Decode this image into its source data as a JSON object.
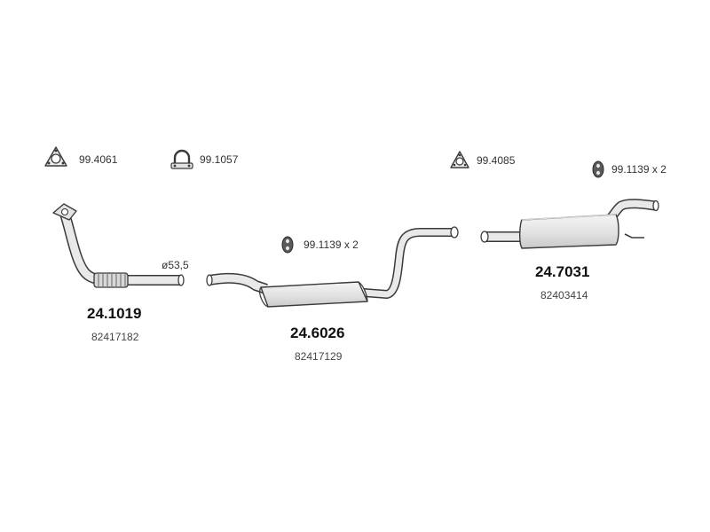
{
  "accessories": [
    {
      "code": "99.4061",
      "icon": "triangle-flange-gasket-icon"
    },
    {
      "code": "99.1057",
      "icon": "u-bolt-clamp-icon"
    },
    {
      "code": "99.4085",
      "icon": "triangle-flange-gasket-icon"
    },
    {
      "code": "99.1139 x 2",
      "icon": "rubber-mount-icon"
    },
    {
      "code": "99.1139 x 2",
      "icon": "rubber-mount-icon"
    }
  ],
  "parts": [
    {
      "part_no": "24.1019",
      "oem_no": "82417182",
      "dimension": "ø53,5",
      "icon": "front-pipe-icon"
    },
    {
      "part_no": "24.6026",
      "oem_no": "82417129",
      "icon": "middle-silencer-icon"
    },
    {
      "part_no": "24.7031",
      "oem_no": "82403414",
      "icon": "rear-silencer-icon"
    }
  ],
  "colors": {
    "line": "#3a3a3a",
    "fill": "#e6e6e6",
    "shade": "#cfcfcf"
  }
}
